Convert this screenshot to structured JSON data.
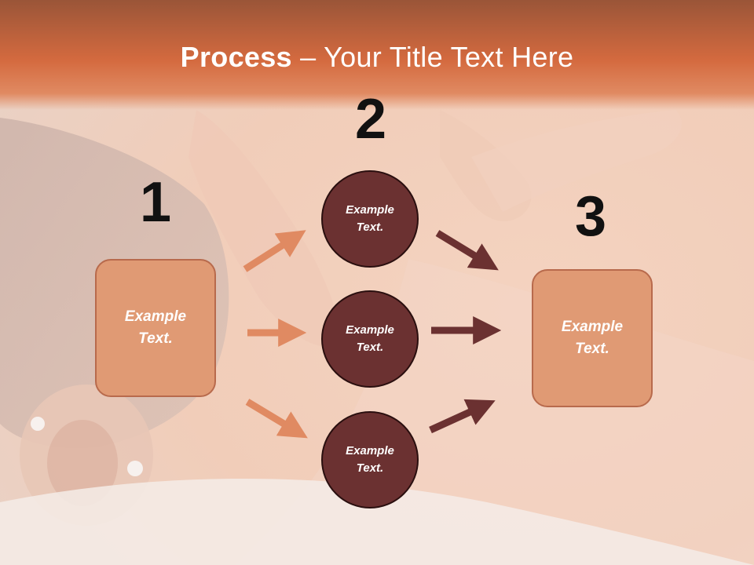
{
  "title": {
    "bold": "Process",
    "rest": " – Your Title Text Here"
  },
  "steps": [
    {
      "number": "1",
      "box_text": "Example\nText."
    },
    {
      "number": "2"
    },
    {
      "number": "3",
      "box_text": "Example\nText."
    }
  ],
  "circles": [
    {
      "text": "Example\nText."
    },
    {
      "text": "Example\nText."
    },
    {
      "text": "Example\nText."
    }
  ],
  "colors": {
    "header": "#d46a3f",
    "box_fill": "#e09a74",
    "circle_fill": "#6b3131",
    "arrow_light": "#e08a62",
    "arrow_dark": "#6b3131"
  },
  "icons": [
    "arrow-right-icon"
  ]
}
